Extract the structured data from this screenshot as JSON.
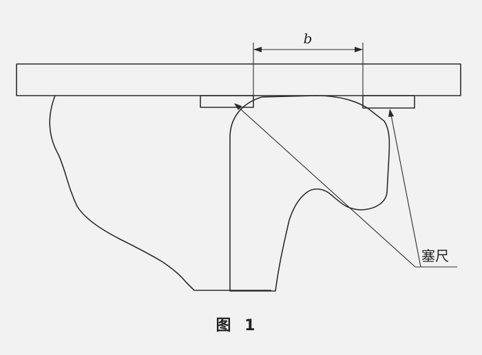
{
  "diagram": {
    "dimension_label": "b",
    "feeler_gauge_label": "塞尺",
    "caption": "图 1"
  },
  "colors": {
    "background": "#f3f2f2",
    "line": "#2a2a2a"
  }
}
